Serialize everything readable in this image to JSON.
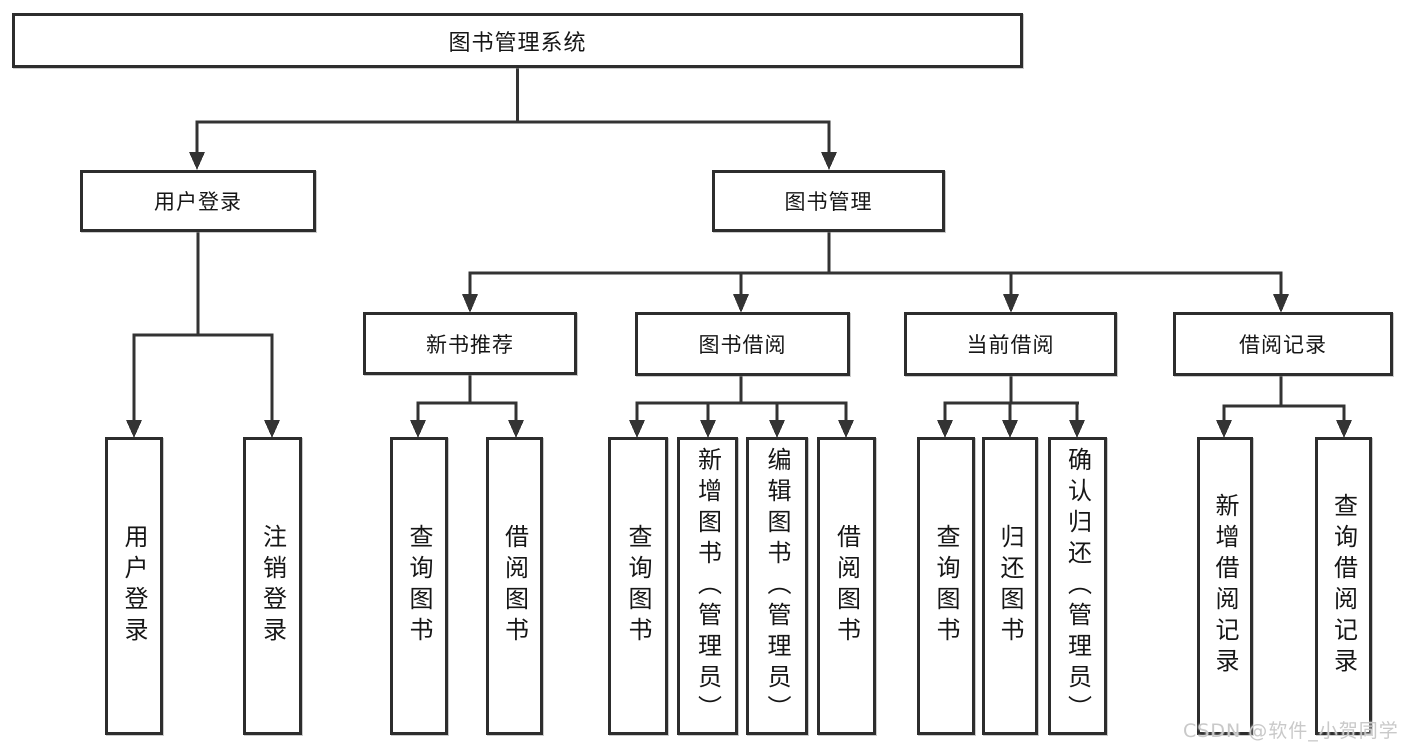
{
  "colors": {
    "background": "#ffffff",
    "line": "#333333",
    "box_border": "#2d2d2d",
    "text": "#161616",
    "watermark": "#c9c9c9"
  },
  "watermark": {
    "text": "CSDN @软件_小贺同学"
  },
  "tree": {
    "root": {
      "label": "图书管理系统",
      "children": [
        {
          "label": "用户登录",
          "children": [
            {
              "label": "用户登录"
            },
            {
              "label": "注销登录"
            }
          ]
        },
        {
          "label": "图书管理",
          "children": [
            {
              "label": "新书推荐",
              "children": [
                {
                  "label": "查询图书"
                },
                {
                  "label": "借阅图书"
                }
              ]
            },
            {
              "label": "图书借阅",
              "children": [
                {
                  "label": "查询图书"
                },
                {
                  "label": "新增图书（管理员）"
                },
                {
                  "label": "编辑图书（管理员）"
                },
                {
                  "label": "借阅图书"
                }
              ]
            },
            {
              "label": "当前借阅",
              "children": [
                {
                  "label": "查询图书"
                },
                {
                  "label": "归还图书"
                },
                {
                  "label": "确认归还（管理员）"
                }
              ]
            },
            {
              "label": "借阅记录",
              "children": [
                {
                  "label": "新增借阅记录"
                },
                {
                  "label": "查询借阅记录"
                }
              ]
            }
          ]
        }
      ]
    }
  }
}
